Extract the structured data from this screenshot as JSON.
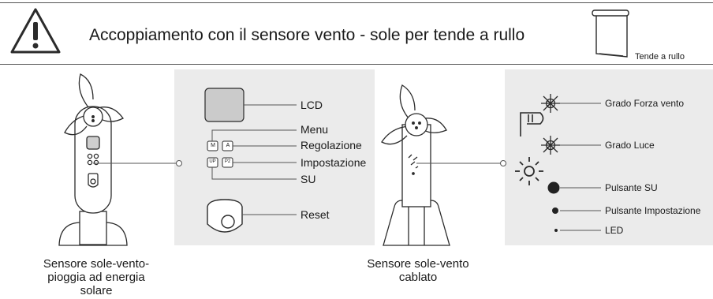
{
  "header": {
    "title": "Accoppiamento con il sensore vento - sole per tende a rullo",
    "tag": "Tende a rullo"
  },
  "left_panel": {
    "labels": {
      "lcd": "LCD",
      "menu": "Menu",
      "regolazione": "Regolazione",
      "impostazione": "Impostazione",
      "su": "SU",
      "reset": "Reset"
    },
    "keys": {
      "m": "M",
      "a": "A",
      "up": "UP",
      "p2": "P2"
    }
  },
  "right_panel": {
    "labels": {
      "wind": "Grado Forza vento",
      "light": "Grado Luce",
      "up_button": "Pulsante SU",
      "set_button": "Pulsante Impostazione",
      "led": "LED"
    }
  },
  "captions": {
    "solar": [
      "Sensore sole-vento-",
      "pioggia ad energia",
      "solare"
    ],
    "wired": [
      "Sensore sole-vento",
      "cablato"
    ]
  },
  "icons": {
    "warning": "warning-triangle-icon",
    "blind": "roller-blind-icon",
    "wind": "wind-level-icon",
    "sun": "sun-icon"
  }
}
